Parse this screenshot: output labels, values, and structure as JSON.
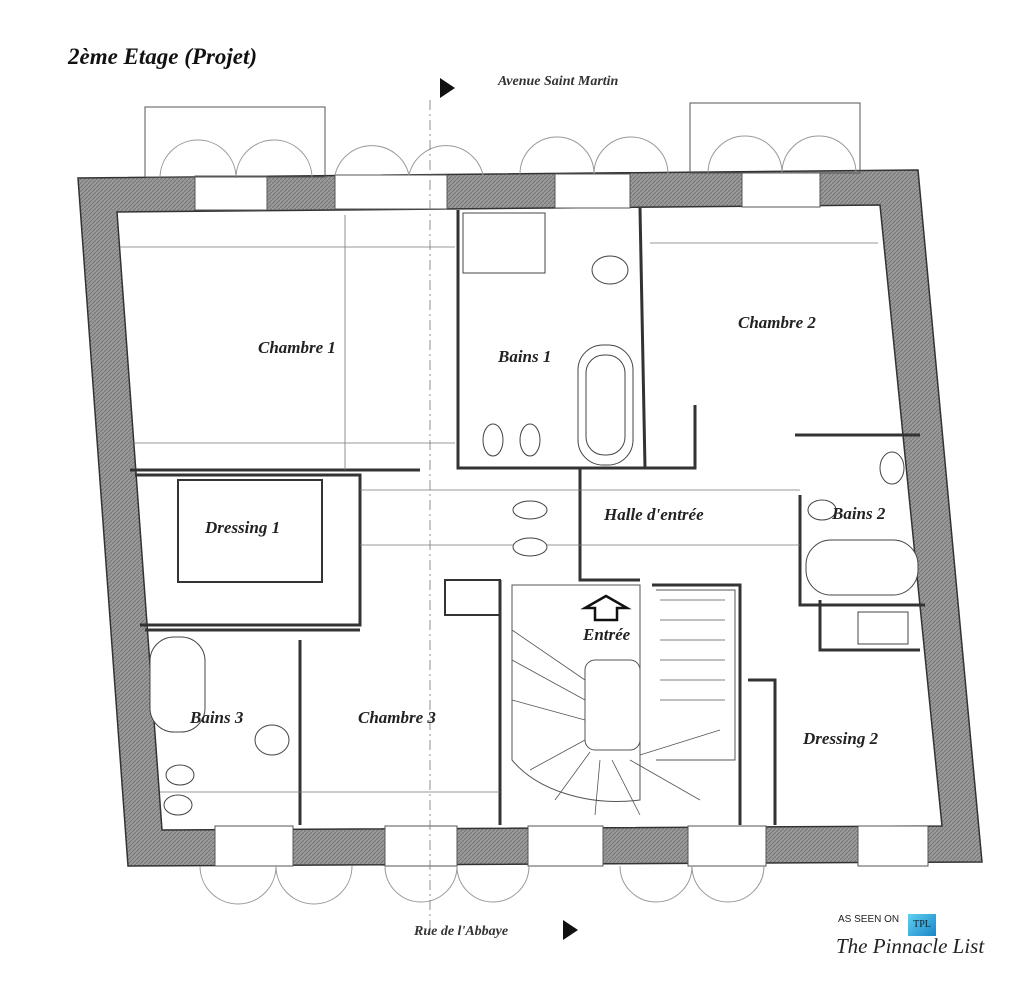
{
  "title": "2ème Etage (Projet)",
  "streets": {
    "top": "Avenue Saint Martin",
    "bottom": "Rue de l'Abbaye"
  },
  "rooms": {
    "chambre1": "Chambre 1",
    "bains1": "Bains 1",
    "chambre2": "Chambre 2",
    "dressing1": "Dressing 1",
    "halle": "Halle d'entrée",
    "bains2": "Bains 2",
    "entree": "Entrée",
    "bains3": "Bains 3",
    "chambre3": "Chambre 3",
    "dressing2": "Dressing 2"
  },
  "watermark": {
    "as_seen_on": "AS SEEN ON",
    "logo": "TPL",
    "brand": "The Pinnacle List"
  },
  "colors": {
    "wall": "#8a8a8a",
    "line": "#444444",
    "logo": "#1a86c8"
  }
}
